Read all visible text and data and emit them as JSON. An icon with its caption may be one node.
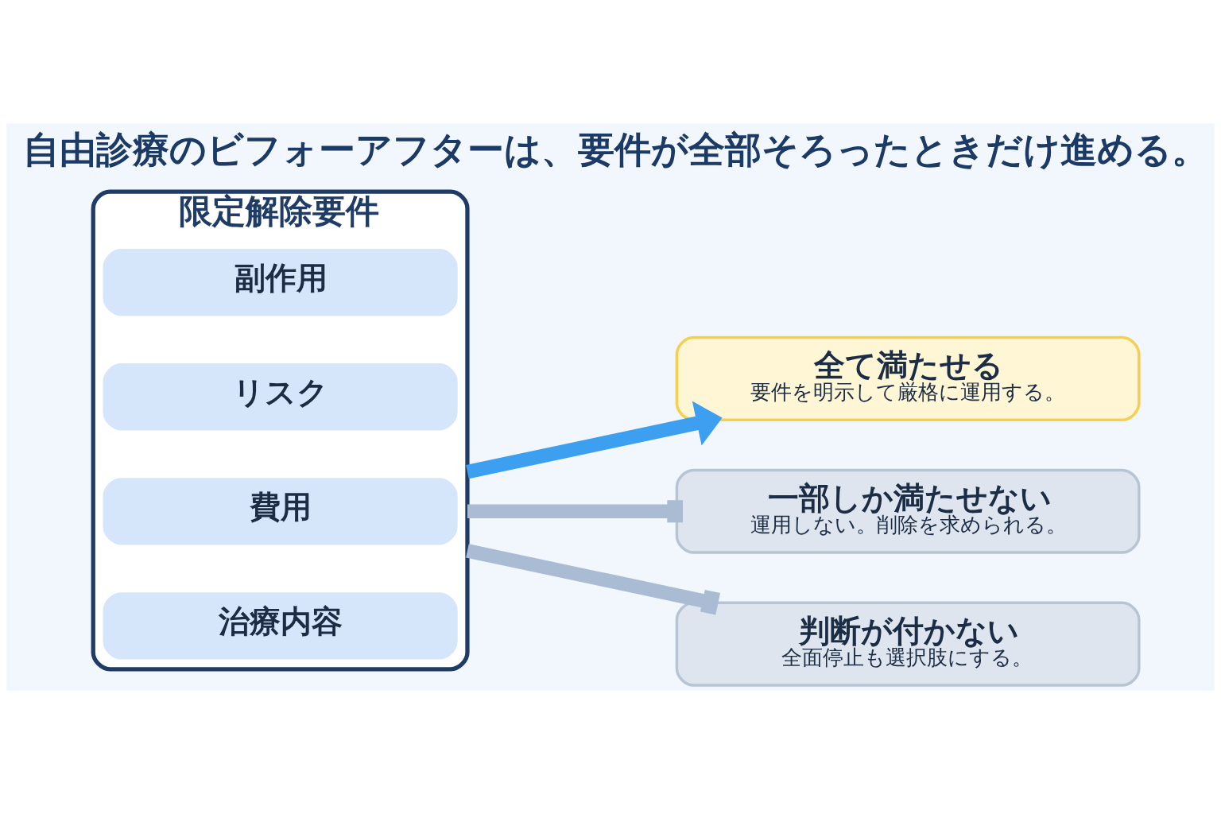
{
  "diagram": {
    "title": "自由診療のビフォーアフターは、要件が全部そろったときだけ進める。",
    "nodes": [
      {
        "text": [
          "限定解除要件"
        ]
      },
      {
        "text": [
          "治療内容"
        ],
        "in": 0
      },
      {
        "text": [
          "費用"
        ],
        "in": 0
      },
      {
        "text": [
          "リスク"
        ],
        "in": 0
      },
      {
        "text": [
          "副作用"
        ],
        "in": 0
      },
      {
        "text": [
          "全て満たせる",
          "要件を明示して厳格に運用する。"
        ]
      },
      {
        "text": [
          "一部しか満たせない",
          "運用しない。削除を求められる。"
        ]
      },
      {
        "text": [
          "判断が付かない",
          "全面停止も選択肢にする。"
        ]
      }
    ],
    "edges": [
      {
        "from": 0,
        "to": 5,
        "arrow": "to",
        "color": "#3d9ff0"
      },
      {
        "from": 0,
        "to": 6,
        "arrow": "other",
        "color": "#a9bcd4"
      },
      {
        "from": 0,
        "to": 7,
        "arrow": "other",
        "color": "#a9bcd4"
      }
    ]
  }
}
